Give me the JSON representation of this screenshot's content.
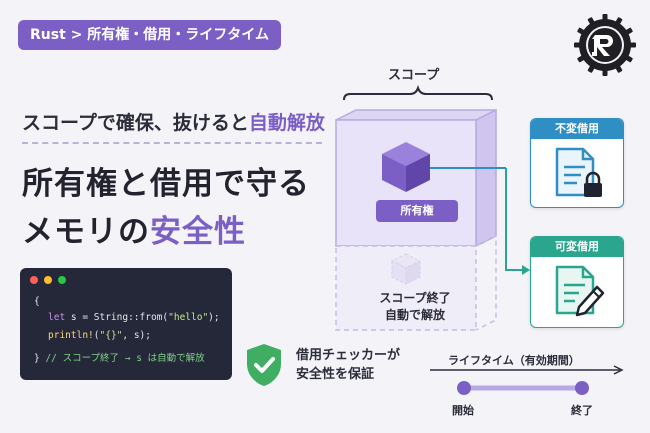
{
  "breadcrumb": "Rust > 所有権・借用・ライフタイム",
  "subtitle": {
    "plain": "スコープで確保、抜けると",
    "accent": "自動解放"
  },
  "title": {
    "line1": "所有権と借用で守る",
    "line2_plain": "メモリの",
    "line2_accent": "安全性"
  },
  "code": {
    "dot_colors": [
      "#ff5f57",
      "#febc2e",
      "#28c840"
    ],
    "line1": "{",
    "line2_kw": "let",
    "line2_rest": " s = String::from(",
    "line2_str": "\"hello\"",
    "line2_end": ");",
    "line3_fn": "println!",
    "line3_open": "(",
    "line3_str": "\"{}\"",
    "line3_end": ", s);",
    "line4_brace": "}",
    "line4_comment": " // スコープ終了 → s は自動で解放"
  },
  "shield": {
    "line1": "借用チェッカーが",
    "line2": "安全性を保証"
  },
  "scope": {
    "label": "スコープ",
    "owner_badge": "所有権",
    "end_line1": "スコープ終了",
    "end_line2": "自動で解放"
  },
  "cards": {
    "immutable": "不変借用",
    "mutable": "可変借用"
  },
  "timeline": {
    "label": "ライフタイム（有効期間）",
    "start": "開始",
    "end": "終了"
  },
  "colors": {
    "accent": "#7b5fc4",
    "immutable": "#2f8fc4",
    "mutable": "#2aa58e",
    "shield": "#3fae62"
  }
}
